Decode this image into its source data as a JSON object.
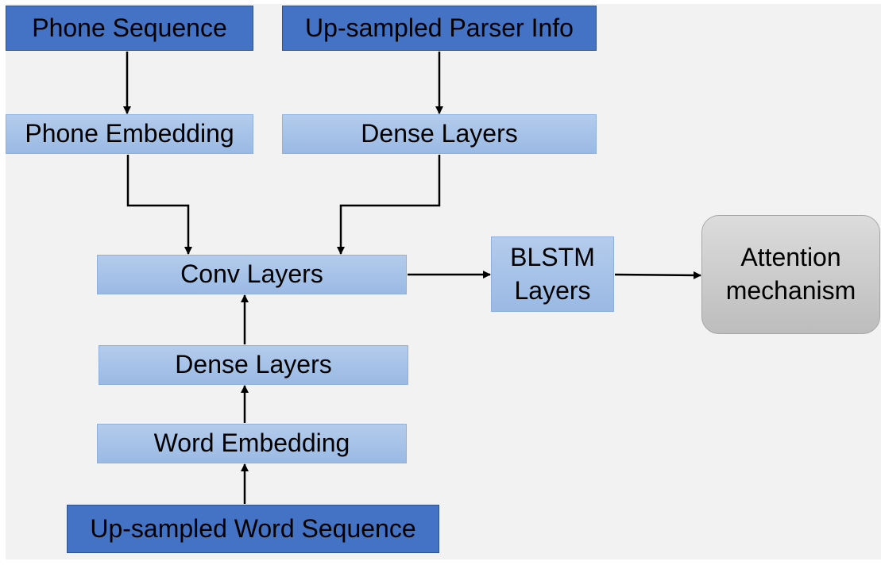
{
  "nodes": {
    "phone_sequence": "Phone Sequence",
    "parser_info": "Up-sampled Parser Info",
    "phone_embedding": "Phone Embedding",
    "dense_layers_top": "Dense Layers",
    "conv_layers": "Conv Layers",
    "blstm_layers": "BLSTM\nLayers",
    "attention": "Attention\nmechanism",
    "dense_layers_bottom": "Dense Layers",
    "word_embedding": "Word Embedding",
    "word_sequence": "Up-sampled Word Sequence"
  },
  "colors": {
    "input_fill": "#4472c4",
    "layer_fill": "#a8c3e8",
    "attention_fill": "#cfcfcf",
    "arrow": "#000000"
  }
}
